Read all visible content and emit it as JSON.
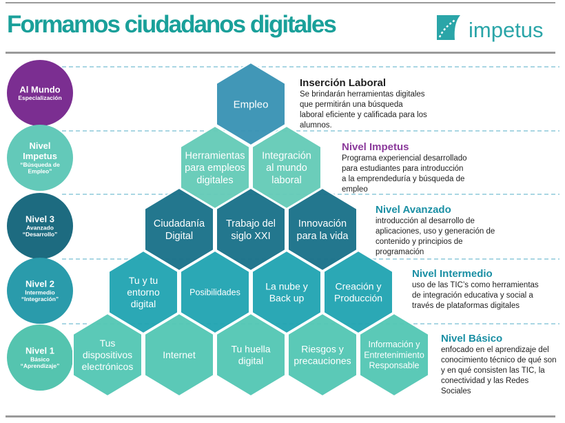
{
  "title": "Formamos ciudadanos digitales",
  "logo": {
    "text": "impetus",
    "icon": "impetus-swoosh-icon"
  },
  "colors": {
    "title": "#1aa09a",
    "logo": "#2aa5a8",
    "purple": "#7b2e91",
    "level_impetus": "#63c9b9",
    "level_3": "#1d6b80",
    "level_2": "#2a9bab",
    "level_1": "#55c4af",
    "hex_empleo": "#3a93b5",
    "hex_impetus": "#66cbb8",
    "hex_avanzado": "#1b728a",
    "hex_intermedio": "#23a5b2",
    "hex_basico": "#55c7b5",
    "heading_dark": "#1e1e1e",
    "heading_purple": "#8b3a9b",
    "heading_teal": "#1a8fa4"
  },
  "levels": [
    {
      "name": "Al Mundo",
      "sub": "Especialización",
      "quote": ""
    },
    {
      "name": "Nivel Impetus",
      "sub": "",
      "quote": "“Búsqueda de Empleo”"
    },
    {
      "name": "Nivel 3",
      "sub": "Avanzado",
      "quote": "“Desarrollo”"
    },
    {
      "name": "Nivel 2",
      "sub": "Intermedio",
      "quote": "“Integración”"
    },
    {
      "name": "Nivel 1",
      "sub": "Básico",
      "quote": "“Aprendizaje”"
    }
  ],
  "rows": [
    [
      "Empleo"
    ],
    [
      "Herramientas para empleos digitales",
      "Integración al mundo laboral"
    ],
    [
      "Ciudadanía Digital",
      "Trabajo del siglo XXI",
      "Innovación para la vida"
    ],
    [
      "Tu y tu entorno digital",
      "Posibilidades",
      "La nube y Back up",
      "Creación y Producción"
    ],
    [
      "Tus dispositivos electrónicos",
      "Internet",
      "Tu huella digital",
      "Riesgos y precauciones",
      "Información y Entretenimiento Responsable"
    ]
  ],
  "descriptions": [
    {
      "heading": "Inserción Laboral",
      "body": "Se brindarán herramientas digitales que permitirán una búsqueda laboral eficiente y calificada para los alumnos."
    },
    {
      "heading": "Nivel Impetus",
      "body": "Programa experiencial desarrollado para estudiantes para introducción a la emprendeduría y búsqueda de empleo"
    },
    {
      "heading": "Nivel Avanzado",
      "body": "introducción al desarrollo de aplicaciones, uso y generación de contenido y principios de programación"
    },
    {
      "heading": "Nivel Intermedio",
      "body": "uso de las TIC’s como herramientas de integración educativa y social a través de plataformas digitales"
    },
    {
      "heading": "Nivel Básico",
      "body": "enfocado en el aprendizaje del conocimiento técnico de qué son y en qué consisten las TIC, la conectividad y las Redes Sociales"
    }
  ]
}
